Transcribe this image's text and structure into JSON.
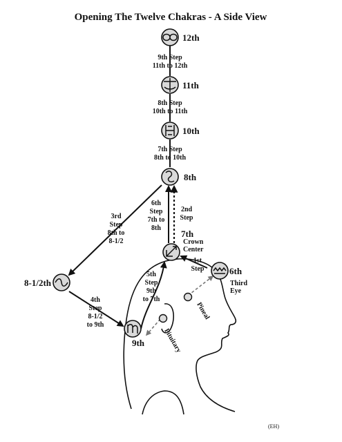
{
  "title": "Opening The Twelve Chakras - A Side View",
  "chakras": {
    "c12": "12th",
    "c11": "11th",
    "c10": "10th",
    "c8": "8th",
    "c7": "7th",
    "c7_sub1": "Crown",
    "c7_sub2": "Center",
    "c6": "6th",
    "c6_sub1": "Third",
    "c6_sub2": "Eye",
    "c8half": "8-1/2th",
    "c9": "9th"
  },
  "steps": {
    "s1": [
      "1st",
      "Step"
    ],
    "s2": [
      "2nd",
      "Step"
    ],
    "s3": [
      "3rd",
      "Step",
      "8th to",
      "8-1/2"
    ],
    "s4": [
      "4th",
      "Step",
      "8-1/2",
      "to 9th"
    ],
    "s5": [
      "5th",
      "Step",
      "9th",
      "to 7th"
    ],
    "s6": [
      "6th",
      "Step",
      "7th to",
      "8th"
    ],
    "s7": [
      "7th Step",
      "8th to 10th"
    ],
    "s8": [
      "8th Step",
      "10th to 11th"
    ],
    "s9": [
      "9th Step",
      "11th to 12th"
    ]
  },
  "glands": {
    "pineal": "Pineal",
    "pituitary": "Pituitary"
  },
  "credit": "(EH)"
}
